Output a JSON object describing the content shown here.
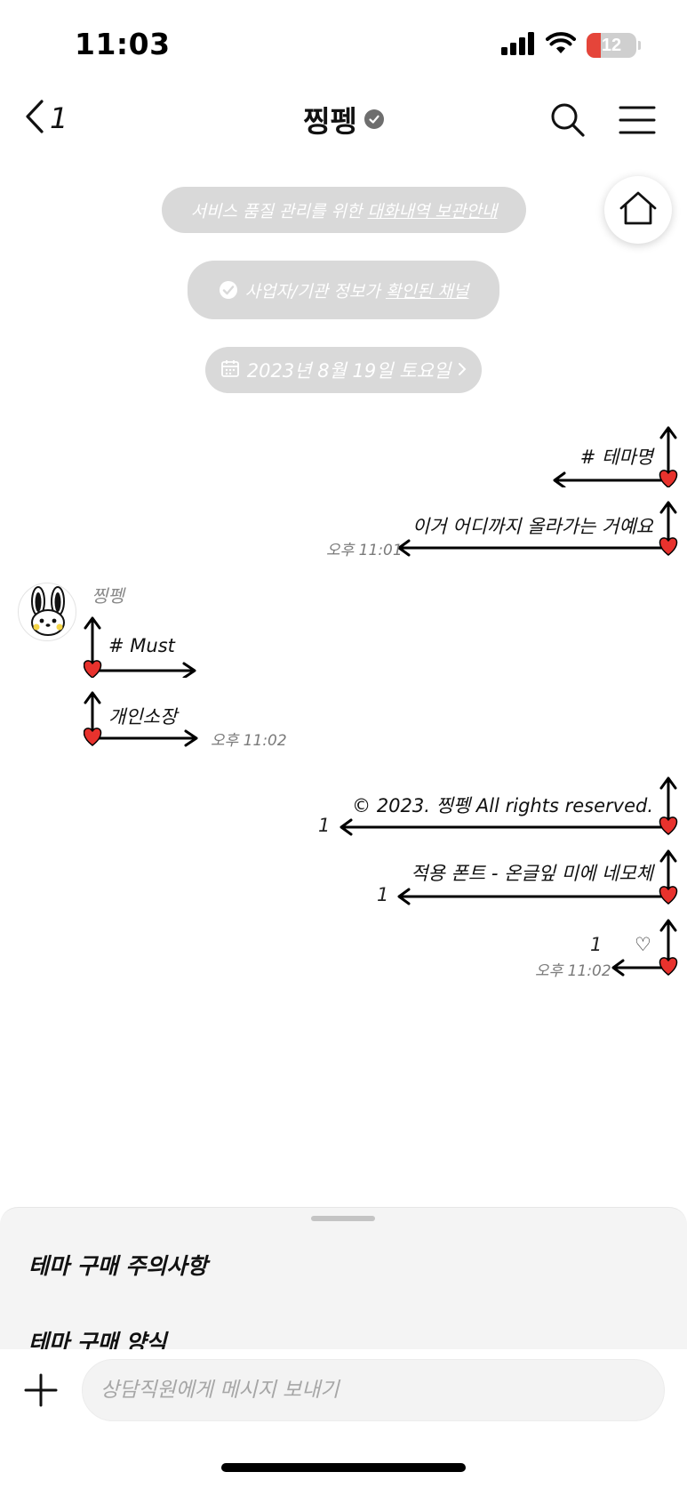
{
  "status_bar": {
    "time": "11:03",
    "battery": "12",
    "icons": [
      "signal-icon",
      "wifi-icon",
      "battery-icon"
    ]
  },
  "nav": {
    "back_count": "1",
    "title": "찡펭",
    "icons": [
      "back-chevron-icon",
      "verified-badge-icon",
      "search-icon",
      "menu-icon",
      "home-icon"
    ]
  },
  "info_pills": {
    "storage_prefix": "서비스 품질 관리를 위한 ",
    "storage_link": "대화내역 보관안내",
    "verified_prefix": "사업자/기관 정보가 ",
    "verified_link": "확인된 채널",
    "date": "2023년 8월 19일 토요일"
  },
  "messages": {
    "m1": "# 테마명",
    "m2": "이거 어디까지 올라가는 거예요",
    "m2_time": "오후 11:01",
    "sender_name": "찡펭",
    "m3": "# Must",
    "m4": "개인소장",
    "m4_time": "오후 11:02",
    "m5": "© 2023. 찡펭 All rights reserved.",
    "m5_count": "1",
    "m6": "적용 폰트 - 온글잎 미에 네모체",
    "m6_count": "1",
    "m7": "♡",
    "m7_count": "1",
    "m7_time": "오후 11:02"
  },
  "sheet": {
    "item1": "테마 구매 주의사항",
    "item2": "테마 구매 양식"
  },
  "composer": {
    "placeholder": "상담직원에게 메시지 보내기"
  },
  "colors": {
    "heart": "#e8322d",
    "pill": "#d9d9d9",
    "battery_low": "#e5453a"
  }
}
